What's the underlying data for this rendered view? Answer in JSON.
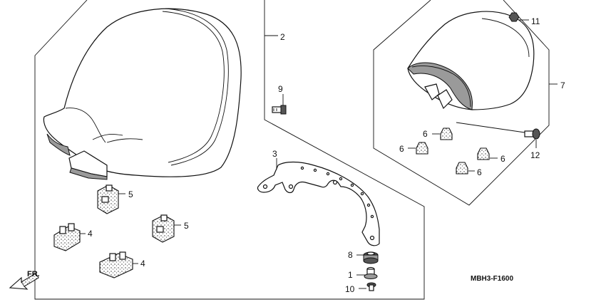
{
  "diagram_code": "MBH3-F1600",
  "direction_marker": "FR.",
  "callouts": {
    "p1": "1",
    "p2": "2",
    "p3": "3",
    "p4a": "4",
    "p4b": "4",
    "p5a": "5",
    "p5b": "5",
    "p6a": "6",
    "p6b": "6",
    "p6c": "6",
    "p6d": "6",
    "p7": "7",
    "p8": "8",
    "p9": "9",
    "p10": "10",
    "p11": "11",
    "p12": "12"
  }
}
